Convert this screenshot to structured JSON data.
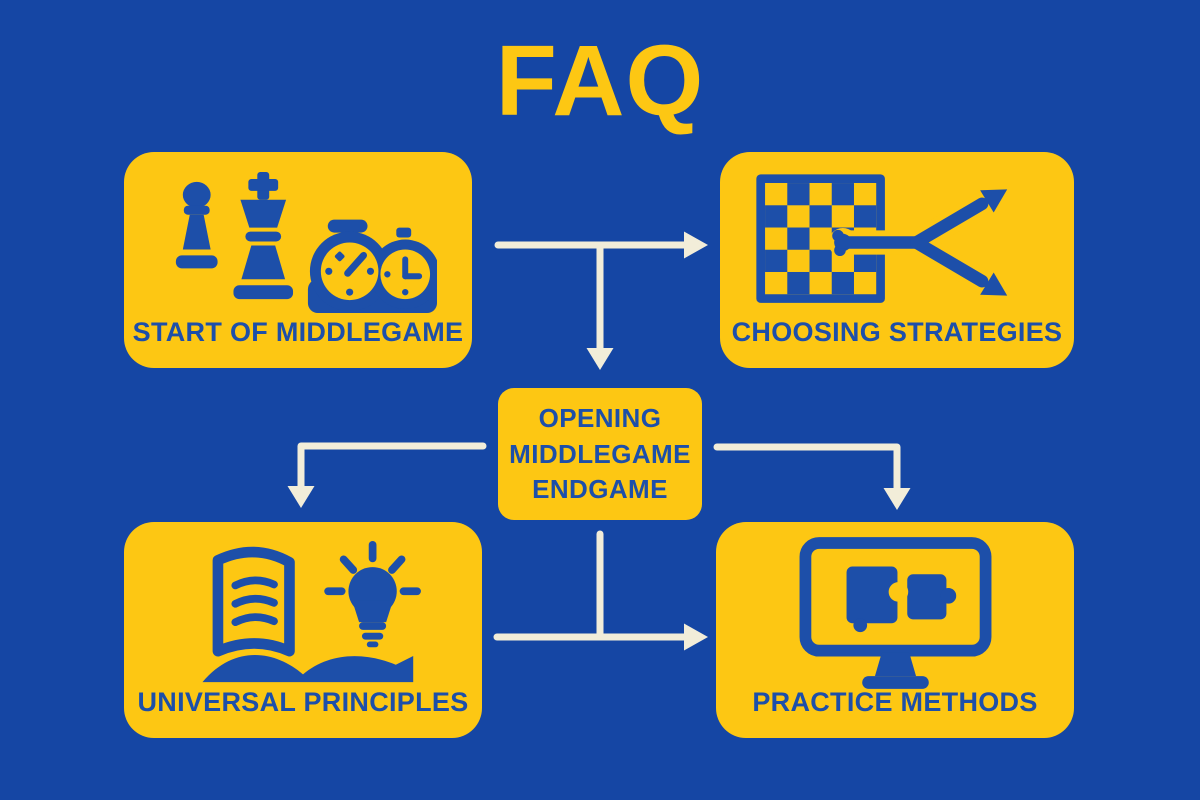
{
  "title": "FAQ",
  "colors": {
    "background": "#1546a4",
    "card": "#fdc713",
    "ink": "#1d4fa9",
    "connector": "#f2edd9",
    "title": "#fdc713"
  },
  "cards": [
    {
      "id": "start-of-middlegame",
      "label": "START OF MIDDLEGAME",
      "icon": "chess-pieces-and-clock-icon"
    },
    {
      "id": "choosing-strategies",
      "label": "CHOOSING STRATEGIES",
      "icon": "chessboard-branching-arrows-icon"
    },
    {
      "id": "universal-principles",
      "label": "UNIVERSAL PRINCIPLES",
      "icon": "open-book-lightbulb-icon"
    },
    {
      "id": "practice-methods",
      "label": "PRACTICE METHODS",
      "icon": "monitor-puzzle-icon"
    }
  ],
  "center_node": {
    "lines": [
      "OPENING",
      "MIDDLEGAME",
      "ENDGAME"
    ]
  }
}
